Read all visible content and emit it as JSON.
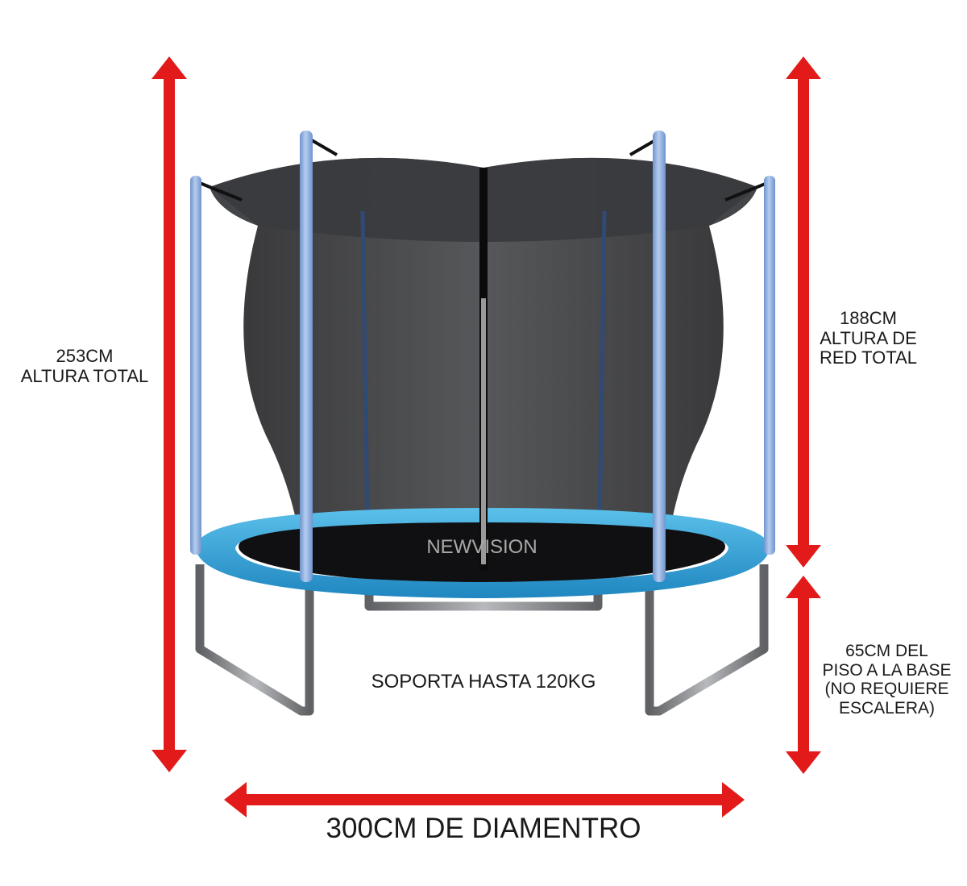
{
  "image": {
    "brand_text": "NEWVISION",
    "colors": {
      "arrow": "#e21a1a",
      "frame": "#8fb0de",
      "pad": "#3aa6de",
      "net": "#2e2e30",
      "legs": "#7d7f82"
    },
    "labels": {
      "total_height": {
        "line1": "253CM",
        "line2": "ALTURA TOTAL"
      },
      "net_height": {
        "line1": "188CM",
        "line2": "ALTURA DE",
        "line3": "RED TOTAL"
      },
      "base_height": {
        "line1": "65CM DEL",
        "line2": "PISO A LA BASE",
        "line3": "(NO REQUIERE",
        "line4": "ESCALERA)"
      },
      "capacity": "SOPORTA HASTA 120KG",
      "diameter": "300CM DE DIAMENTRO"
    }
  }
}
